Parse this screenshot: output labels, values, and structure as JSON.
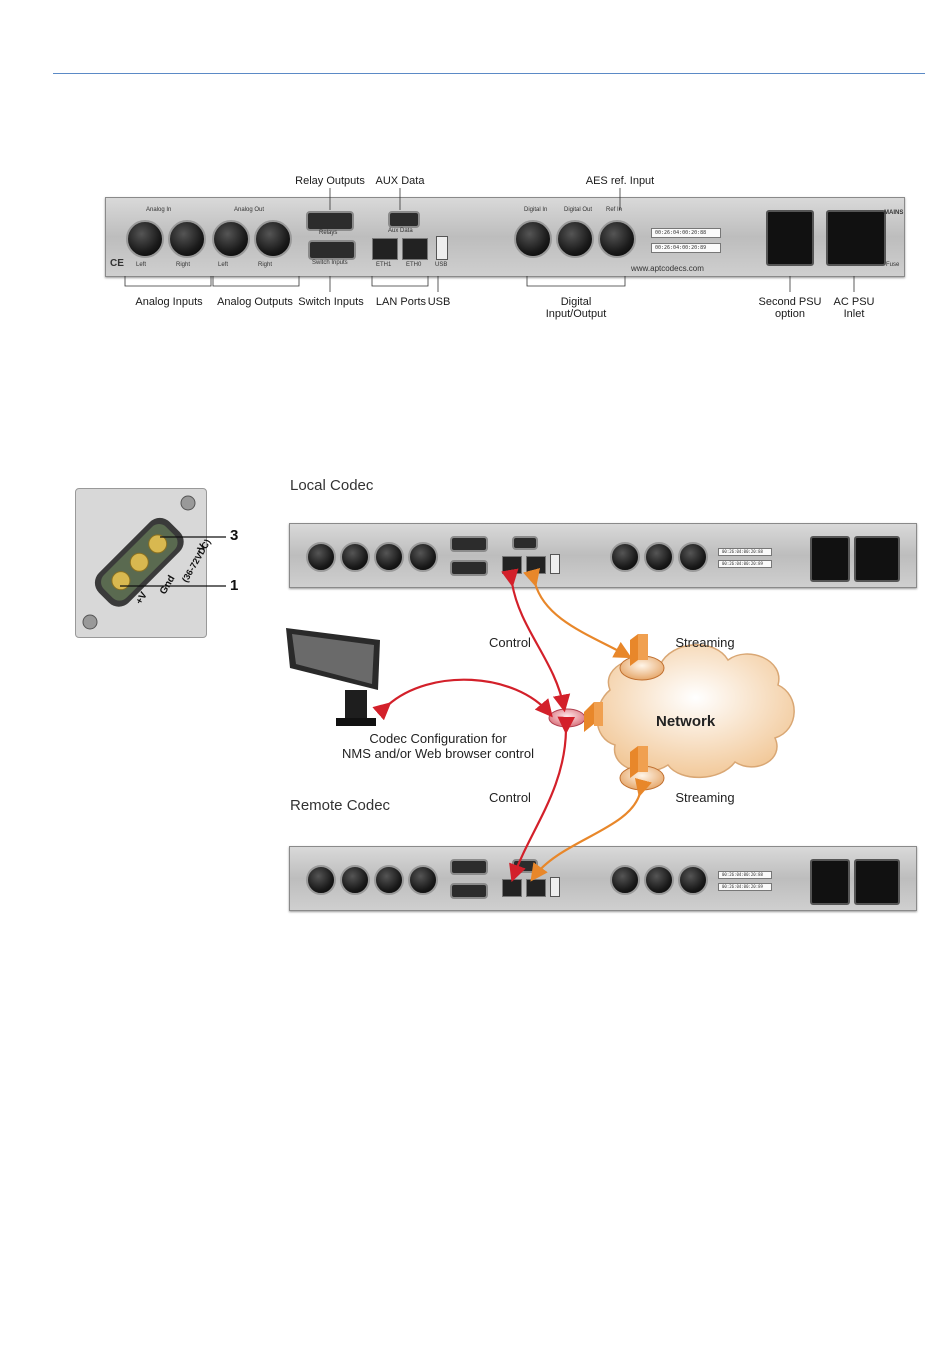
{
  "top_diagram": {
    "callouts_top": {
      "relay_outputs": "Relay Outputs",
      "aux_data": "AUX Data",
      "aes_ref_input": "AES ref. Input"
    },
    "callouts_bottom": {
      "analog_inputs": "Analog Inputs",
      "analog_outputs": "Analog Outputs",
      "switch_inputs": "Switch Inputs",
      "lan_ports": "LAN Ports",
      "usb": "USB",
      "digital_io_line1": "Digital",
      "digital_io_line2": "Input/Output",
      "second_psu_line1": "Second PSU",
      "second_psu_line2": "option",
      "ac_psu_line1": "AC PSU",
      "ac_psu_line2": "Inlet"
    }
  },
  "panel_print": {
    "analog_in": "Analog In",
    "analog_out": "Analog Out",
    "relays": "Relays",
    "aux_data": "Aux Data",
    "switch_inputs": "Switch Inputs",
    "eth1": "ETH1",
    "eth0": "ETH0",
    "usb": "USB",
    "digital_in": "Digital In",
    "digital_out": "Digital Out",
    "ref_in": "Ref In",
    "left": "Left",
    "right": "Right",
    "ce": "CE",
    "website": "www.aptcodecs.com",
    "mac1": "00:26:04:00:20:88",
    "mac2": "00:26:04:00:20:89",
    "mains": "MAINS",
    "fuse": "Fuse"
  },
  "psu_connector": {
    "pin3": "3",
    "pin1": "1",
    "label_plus_v": "+V",
    "label_gnd": "Gnd",
    "label_minus_v": "-V",
    "label_range": "(36-72VDC)"
  },
  "network_diagram": {
    "local_codec": "Local Codec",
    "remote_codec": "Remote Codec",
    "control_top": "Control",
    "control_bottom": "Control",
    "streaming_top": "Streaming",
    "streaming_bottom": "Streaming",
    "network": "Network",
    "config_line1": "Codec Configuration for",
    "config_line2": "NMS and/or Web browser control"
  },
  "colors": {
    "control_arrow": "#d3202a",
    "streaming_arrow": "#e8872a",
    "rule_line": "#5b8ac6"
  }
}
